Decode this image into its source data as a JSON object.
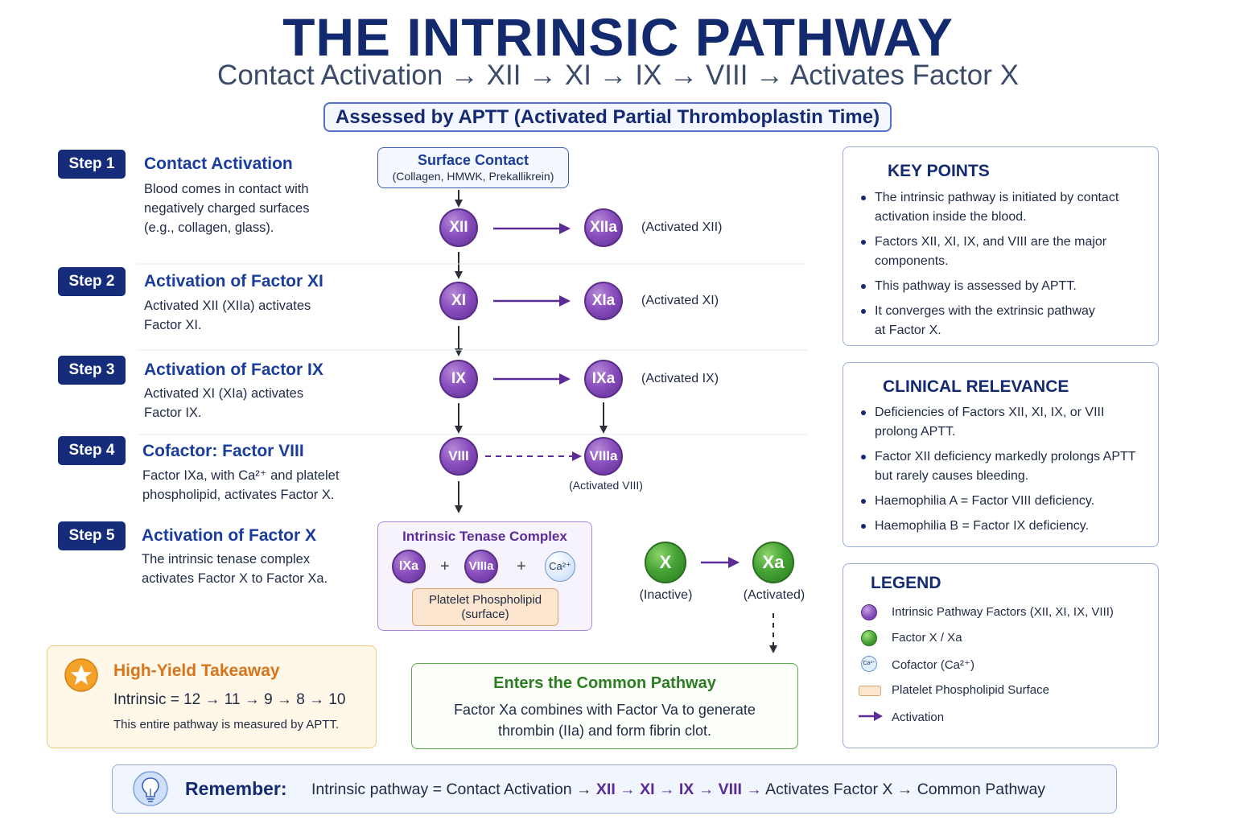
{
  "header": {
    "title": "THE INTRINSIC PATHWAY",
    "subtitle": "Contact Activation → XII → XI → IX → VIII → Activates Factor X",
    "aptt_banner": "Assessed by APTT (Activated Partial Thromboplastin Time)"
  },
  "steps": [
    {
      "badge": "Step 1",
      "title": "Contact Activation",
      "desc": [
        "Blood comes in contact with",
        "negatively charged surfaces",
        "(e.g., collagen, glass)."
      ]
    },
    {
      "badge": "Step 2",
      "title": "Activation of Factor XI",
      "desc": [
        "Activated XII (XIIa) activates",
        "Factor XI."
      ]
    },
    {
      "badge": "Step 3",
      "title": "Activation of Factor IX",
      "desc": [
        "Activated XI (XIa) activates",
        "Factor IX."
      ]
    },
    {
      "badge": "Step 4",
      "title": "Cofactor: Factor VIII",
      "desc": [
        "Factor IXa, with Ca²⁺ and platelet",
        "phospholipid, activates Factor X."
      ]
    },
    {
      "badge": "Step 5",
      "title": "Activation of Factor X",
      "desc": [
        "The intrinsic tenase complex",
        "activates Factor X to Factor Xa."
      ]
    }
  ],
  "flow": {
    "surface_title": "Surface Contact",
    "surface_sub": "(Collagen, HMWK, Prekallikrein)",
    "factors": [
      {
        "inactive": "XII",
        "active": "XIIa",
        "label": "(Activated XII)"
      },
      {
        "inactive": "XI",
        "active": "XIa",
        "label": "(Activated XI)"
      },
      {
        "inactive": "IX",
        "active": "IXa",
        "label": "(Activated IX)"
      },
      {
        "inactive": "VIII",
        "active": "VIIIa",
        "label": "(Activated VIII)"
      }
    ],
    "tenase_title": "Intrinsic Tenase Complex",
    "tenase_ixa": "IXa",
    "tenase_viiia": "VIIIa",
    "tenase_ca": "Ca²⁺",
    "plus": "+",
    "phospholipid_line1": "Platelet Phospholipid",
    "phospholipid_line2": "(surface)",
    "x_node": "X",
    "x_label": "(Inactive)",
    "xa_node": "Xa",
    "xa_label": "(Activated)"
  },
  "takeaway": {
    "title": "High-Yield Takeaway",
    "formula": "Intrinsic = 12 → 11 → 9 → 8 → 10",
    "note": "This entire pathway is measured by APTT."
  },
  "common": {
    "title": "Enters the Common Pathway",
    "line1": "Factor Xa combines with Factor Va to generate",
    "line2": "thrombin (IIa) and form fibrin clot."
  },
  "key_points": {
    "title": "KEY POINTS",
    "items": [
      [
        "The intrinsic pathway is initiated by contact",
        "activation inside the blood."
      ],
      [
        "Factors XII, XI, IX, and VIII are the major",
        "components."
      ],
      [
        "This pathway is assessed by APTT."
      ],
      [
        "It converges with the extrinsic pathway",
        "at Factor X."
      ]
    ]
  },
  "clinical": {
    "title": "CLINICAL RELEVANCE",
    "items": [
      [
        "Deficiencies of Factors XII, XI, IX, or VIII",
        "prolong APTT."
      ],
      [
        "Factor XII deficiency markedly prolongs APTT",
        "but rarely causes bleeding."
      ],
      [
        "Haemophilia A = Factor VIII deficiency."
      ],
      [
        "Haemophilia B = Factor IX deficiency."
      ]
    ]
  },
  "legend": {
    "title": "LEGEND",
    "items": [
      "Intrinsic Pathway Factors (XII, XI, IX, VIII)",
      "Factor X / Xa",
      "Cofactor (Ca²⁺)",
      "Platelet Phospholipid Surface",
      "Activation"
    ],
    "ca_icon": "Ca²⁺"
  },
  "remember": {
    "label": "Remember:",
    "prefix": "Intrinsic pathway = Contact Activation →",
    "f1": "XII",
    "f2": "XI",
    "f3": "IX",
    "f4": "VIII",
    "arrow": "→",
    "suffix": "Activates Factor X → Common Pathway"
  },
  "colors": {
    "navy": "#142a72",
    "purple": "#7a3fb0",
    "green": "#3c9a2c",
    "orange": "#d8741a"
  }
}
